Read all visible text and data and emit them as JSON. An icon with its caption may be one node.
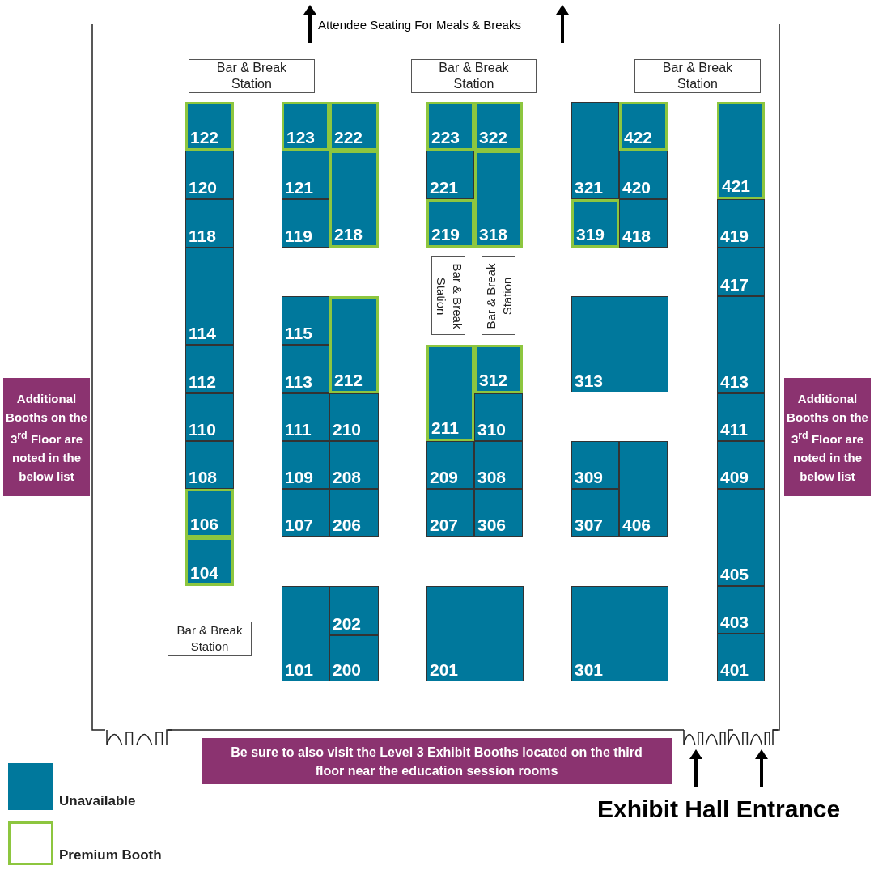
{
  "diagram": {
    "nodes": [
      {
        "text": [
          "Bar & Break Station"
        ]
      },
      {
        "text": [
          "Bar & Break Station"
        ]
      },
      {
        "text": [
          "Bar & Break Station"
        ]
      },
      {
        "text": [
          "122"
        ]
      },
      {
        "text": [
          "123"
        ]
      },
      {
        "text": [
          "222"
        ]
      },
      {
        "text": [
          "223"
        ]
      },
      {
        "text": [
          "322"
        ]
      },
      {
        "text": [
          "321"
        ]
      },
      {
        "text": [
          "422"
        ]
      },
      {
        "text": [
          "421"
        ]
      },
      {
        "text": [
          "120"
        ]
      },
      {
        "text": [
          "121"
        ]
      },
      {
        "text": [
          "218"
        ]
      },
      {
        "text": [
          "221"
        ]
      },
      {
        "text": [
          "318"
        ]
      },
      {
        "text": [
          "420"
        ]
      },
      {
        "text": [
          "118"
        ]
      },
      {
        "text": [
          "119"
        ]
      },
      {
        "text": [
          "219"
        ]
      },
      {
        "text": [
          "319"
        ]
      },
      {
        "text": [
          "418"
        ]
      },
      {
        "text": [
          "419"
        ]
      },
      {
        "text": [
          "114"
        ]
      },
      {
        "text": [
          "Bar & Break Station"
        ]
      },
      {
        "text": [
          "Bar & Break Station"
        ]
      },
      {
        "text": [
          "417"
        ]
      },
      {
        "text": [
          "115"
        ]
      },
      {
        "text": [
          "212"
        ]
      },
      {
        "text": [
          "313"
        ]
      },
      {
        "text": [
          "413"
        ]
      },
      {
        "text": [
          "112"
        ]
      },
      {
        "text": [
          "113"
        ]
      },
      {
        "text": [
          "211"
        ]
      },
      {
        "text": [
          "312"
        ]
      },
      {
        "text": [
          "110"
        ]
      },
      {
        "text": [
          "111"
        ]
      },
      {
        "text": [
          "210"
        ]
      },
      {
        "text": [
          "310"
        ]
      },
      {
        "text": [
          "411"
        ]
      },
      {
        "text": [
          "108"
        ]
      },
      {
        "text": [
          "109"
        ]
      },
      {
        "text": [
          "208"
        ]
      },
      {
        "text": [
          "209"
        ]
      },
      {
        "text": [
          "308"
        ]
      },
      {
        "text": [
          "309"
        ]
      },
      {
        "text": [
          "406"
        ]
      },
      {
        "text": [
          "409"
        ]
      },
      {
        "text": [
          "106"
        ]
      },
      {
        "text": [
          "107"
        ]
      },
      {
        "text": [
          "206"
        ]
      },
      {
        "text": [
          "207"
        ]
      },
      {
        "text": [
          "306"
        ]
      },
      {
        "text": [
          "307"
        ]
      },
      {
        "text": [
          "405"
        ]
      },
      {
        "text": [
          "104"
        ]
      },
      {
        "text": [
          "Additional Booths on the 3$^{rd}$ Floor are noted in the below list"
        ]
      },
      {
        "text": [
          "Additional Booths on the 3$^{rd}$ Floor are noted in the below list"
        ]
      },
      {
        "text": [
          "101"
        ]
      },
      {
        "text": [
          "202"
        ]
      },
      {
        "text": [
          "201"
        ]
      },
      {
        "text": [
          "301"
        ]
      },
      {
        "text": [
          "403"
        ]
      },
      {
        "text": [
          "Bar & Break Station"
        ]
      },
      {
        "text": [
          "200"
        ]
      },
      {
        "text": [
          "401"
        ]
      },
      {
        "text": [
          "Be sure to also visit the Level 3 Exhibit Booths located on the third floor near the education session rooms"
        ]
      }
    ],
    "labels": [
      "Attendee Seating For Meals & Breaks",
      "Exhibit Hall Entrance"
    ],
    "legend": [
      {
        "text": "Unavailable",
        "color": "#00789c"
      },
      {
        "text": "Premium Booth"
      }
    ]
  }
}
